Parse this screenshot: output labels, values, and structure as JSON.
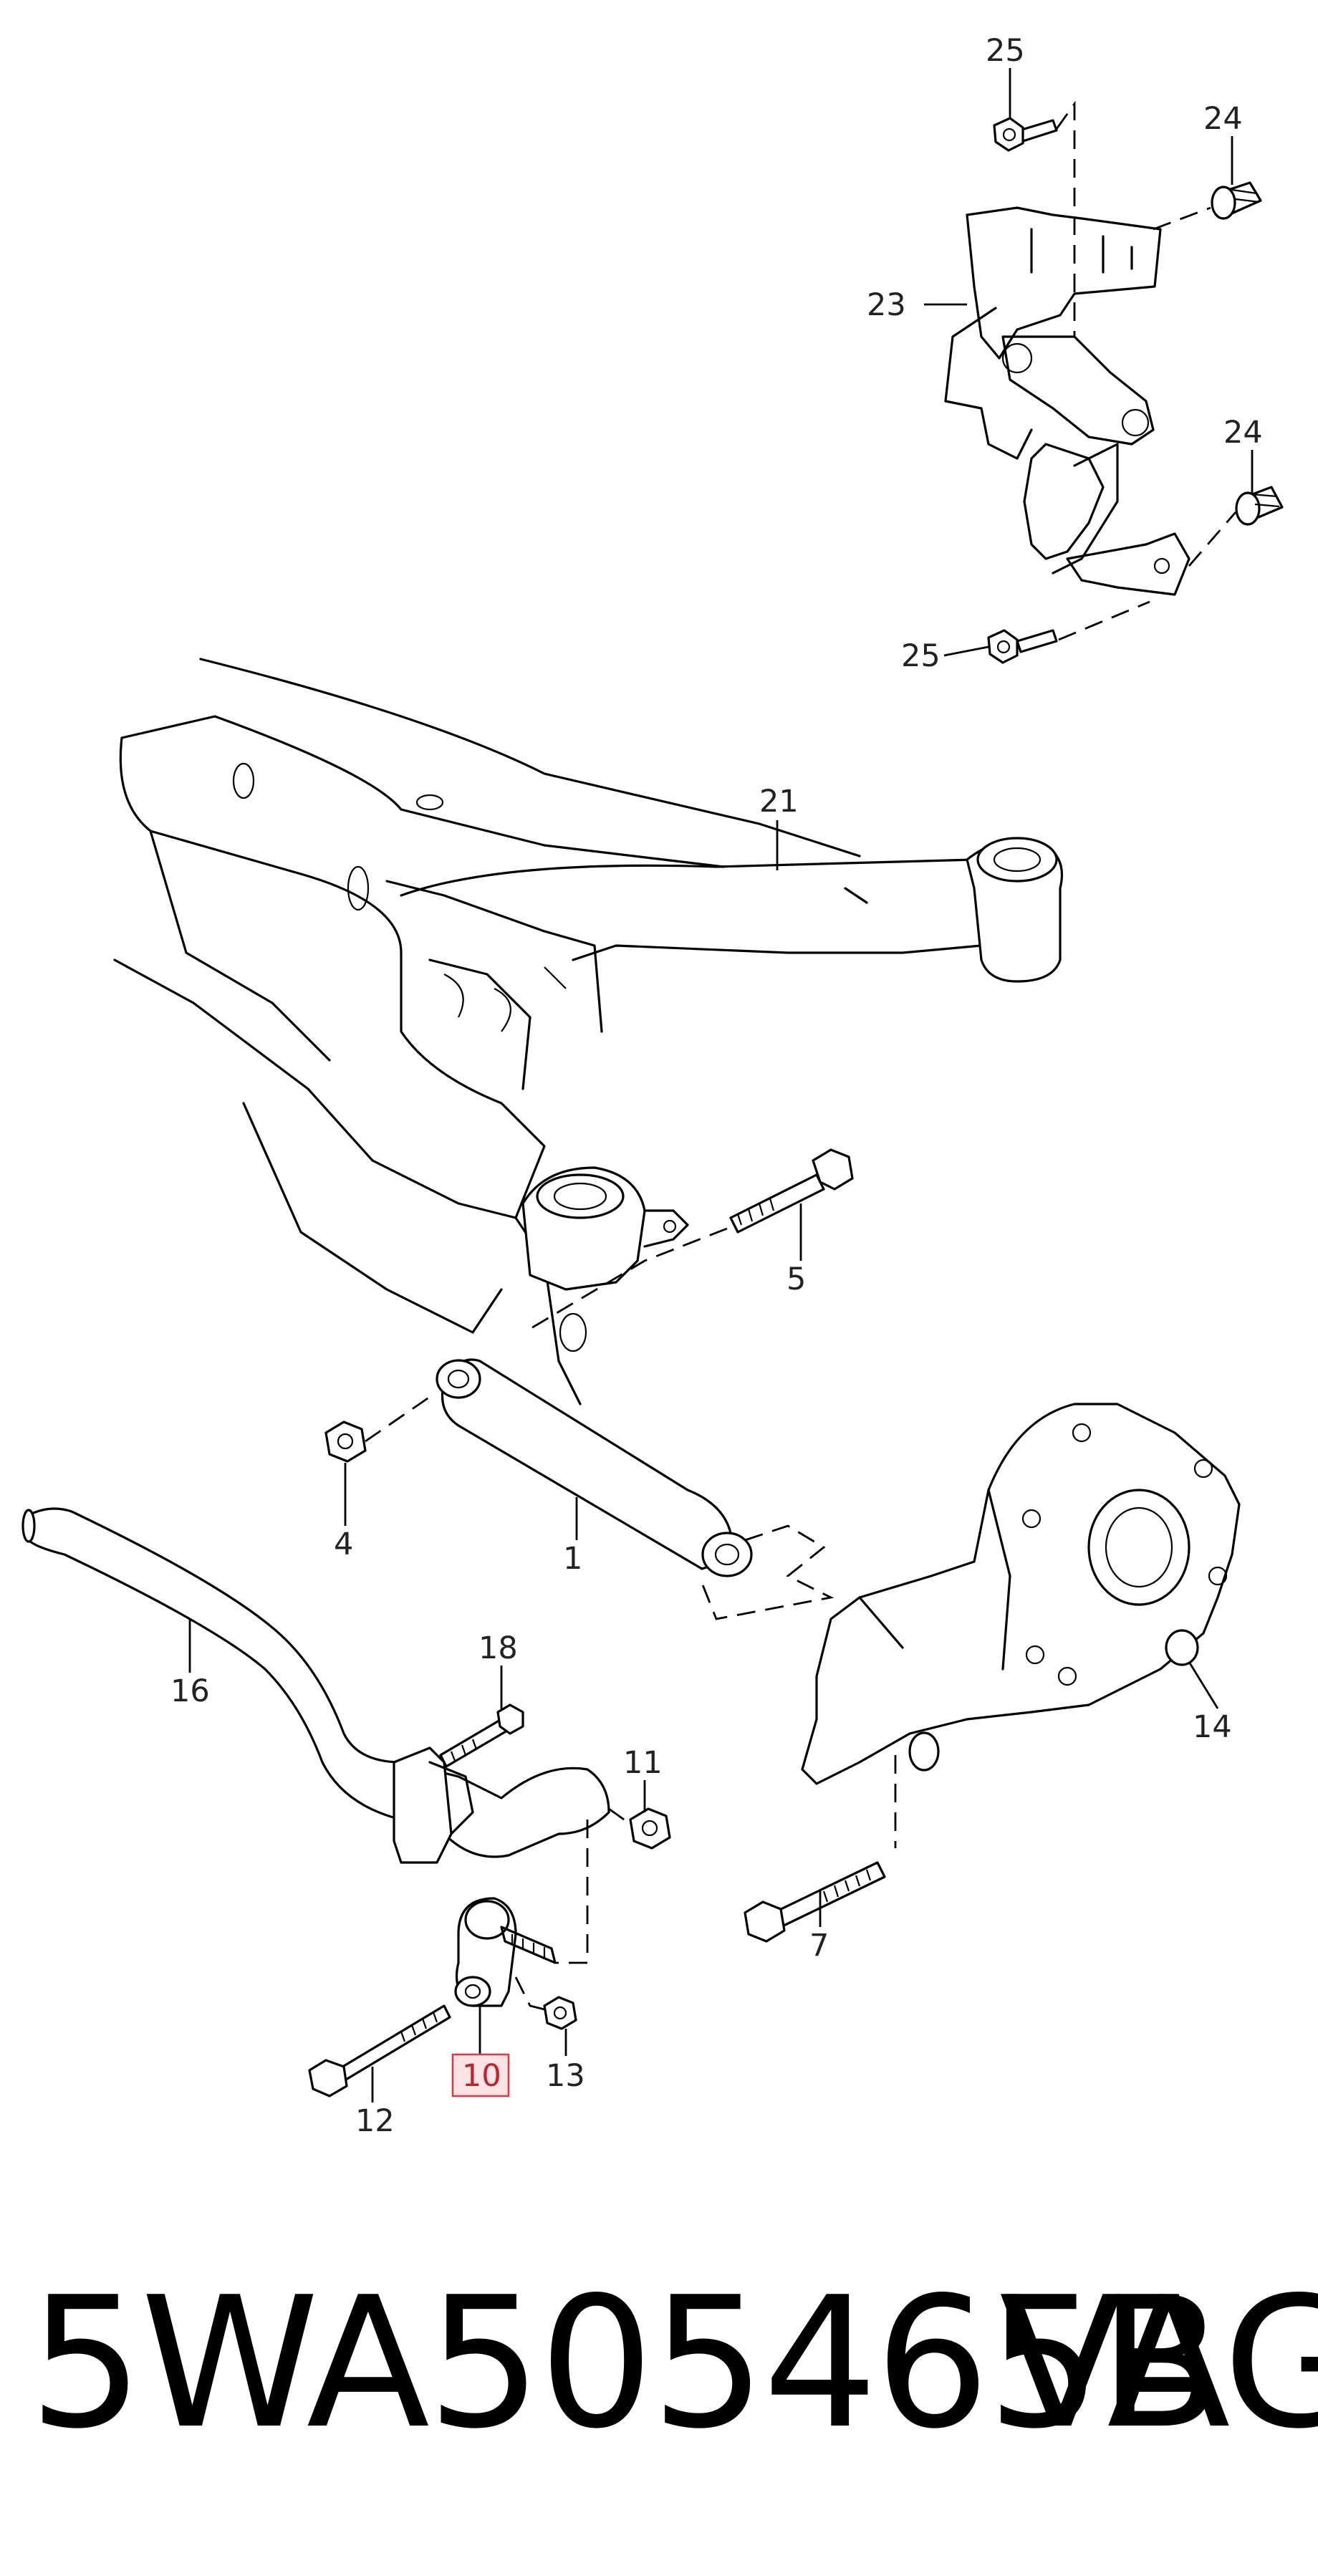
{
  "callouts": {
    "c25a": "25",
    "c24a": "24",
    "c23": "23",
    "c24b": "24",
    "c25b": "25",
    "c21": "21",
    "c5": "5",
    "c4": "4",
    "c1": "1",
    "c14": "14",
    "c16": "16",
    "c18": "18",
    "c11": "11",
    "c7": "7",
    "c10": "10",
    "c13": "13",
    "c12": "12"
  },
  "highlight_color": "#e8343f",
  "footer": {
    "part_number": "5WA505465B",
    "brand": "VAG"
  }
}
